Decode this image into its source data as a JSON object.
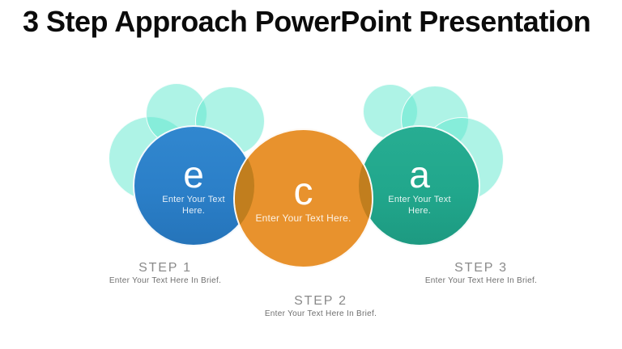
{
  "title": "3 Step Approach PowerPoint Presentation",
  "colors": {
    "background": "#ffffff",
    "title_text": "#0b0b0b",
    "blue_circle": "#2b7fc8",
    "orange_circle": "#e8922d",
    "teal_circle": "#21a78c",
    "overlap_lens": "#c17e1e",
    "mint_decor": "#aef5e8",
    "step_label": "#8a8a8a",
    "step_caption": "#6f6f6f",
    "circle_text": "#ffffff"
  },
  "circles": [
    {
      "id": "circle-step-1",
      "letter": "e",
      "line1": "Enter Your Text",
      "line2": "Here."
    },
    {
      "id": "circle-step-2",
      "letter": "c",
      "line1": "Enter Your Text Here.",
      "line2": ""
    },
    {
      "id": "circle-step-3",
      "letter": "a",
      "line1": "Enter Your Text",
      "line2": "Here."
    }
  ],
  "steps": [
    {
      "label": "STEP 1",
      "caption": "Enter Your Text Here In Brief."
    },
    {
      "label": "STEP 2",
      "caption": "Enter Your Text Here In Brief."
    },
    {
      "label": "STEP 3",
      "caption": "Enter Your Text Here In Brief."
    }
  ]
}
